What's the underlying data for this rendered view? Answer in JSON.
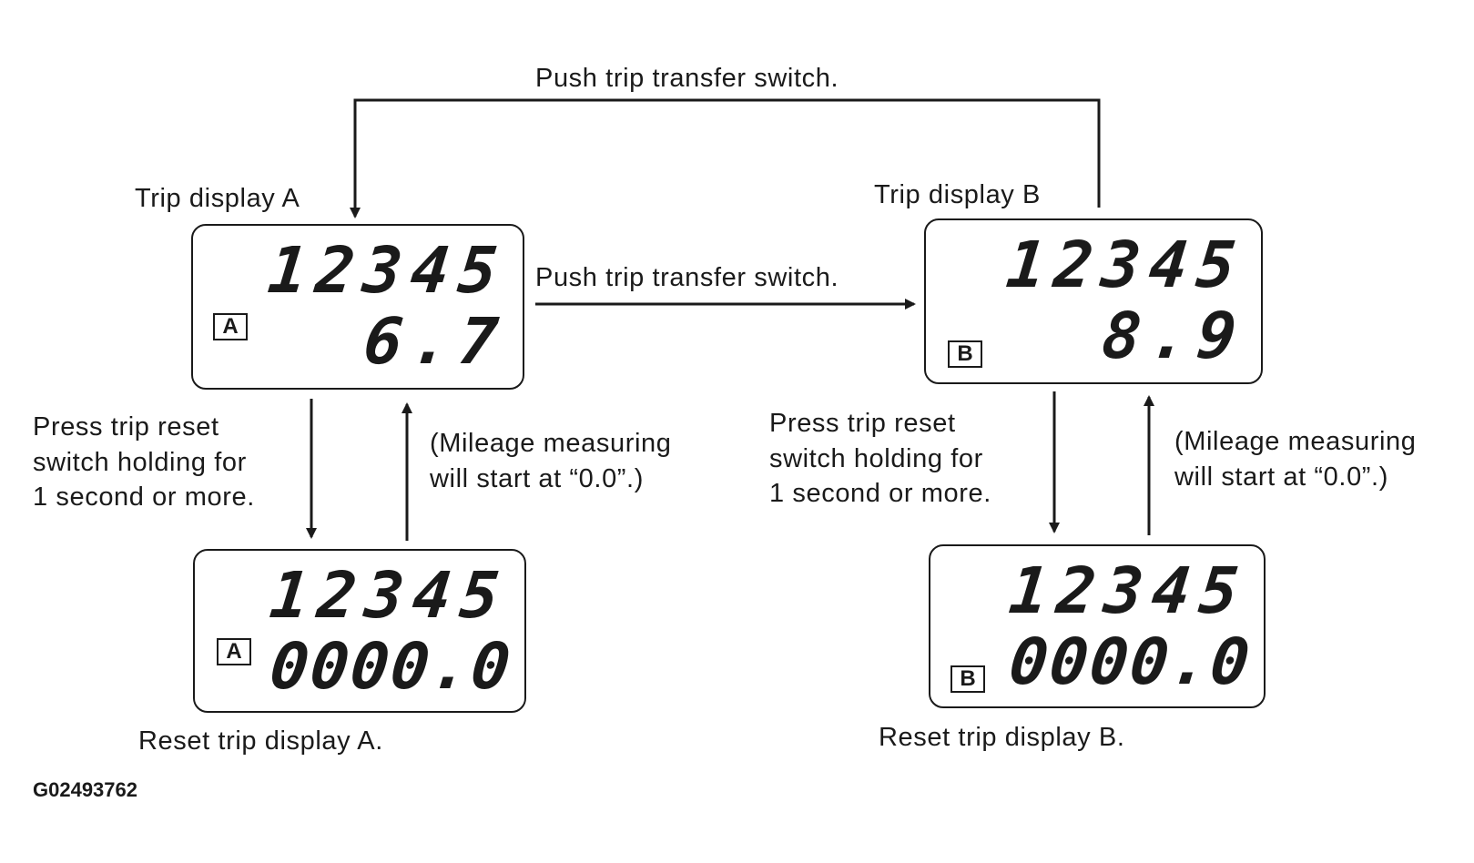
{
  "top_label": "Push trip transfer switch.",
  "middle_label": "Push trip transfer switch.",
  "trip_a": {
    "title": "Trip display A",
    "badge": "A",
    "odometer": "12345",
    "trip_value": "6.7",
    "reset_odometer": "12345",
    "reset_trip_value": "0000.0",
    "reset_caption": "Reset trip display A.",
    "press_text": "Press trip reset\nswitch holding for\n1 second or more.",
    "mileage_text": "(Mileage measuring\nwill start at “0.0”.)"
  },
  "trip_b": {
    "title": "Trip display B",
    "badge": "B",
    "odometer": "12345",
    "trip_value": "8.9",
    "reset_odometer": "12345",
    "reset_trip_value": "0000.0",
    "reset_caption": "Reset trip display B.",
    "press_text": "Press trip reset\nswitch holding for\n1 second or more.",
    "mileage_text": "(Mileage measuring\nwill start at “0.0”.)"
  },
  "figure_id": "G02493762"
}
